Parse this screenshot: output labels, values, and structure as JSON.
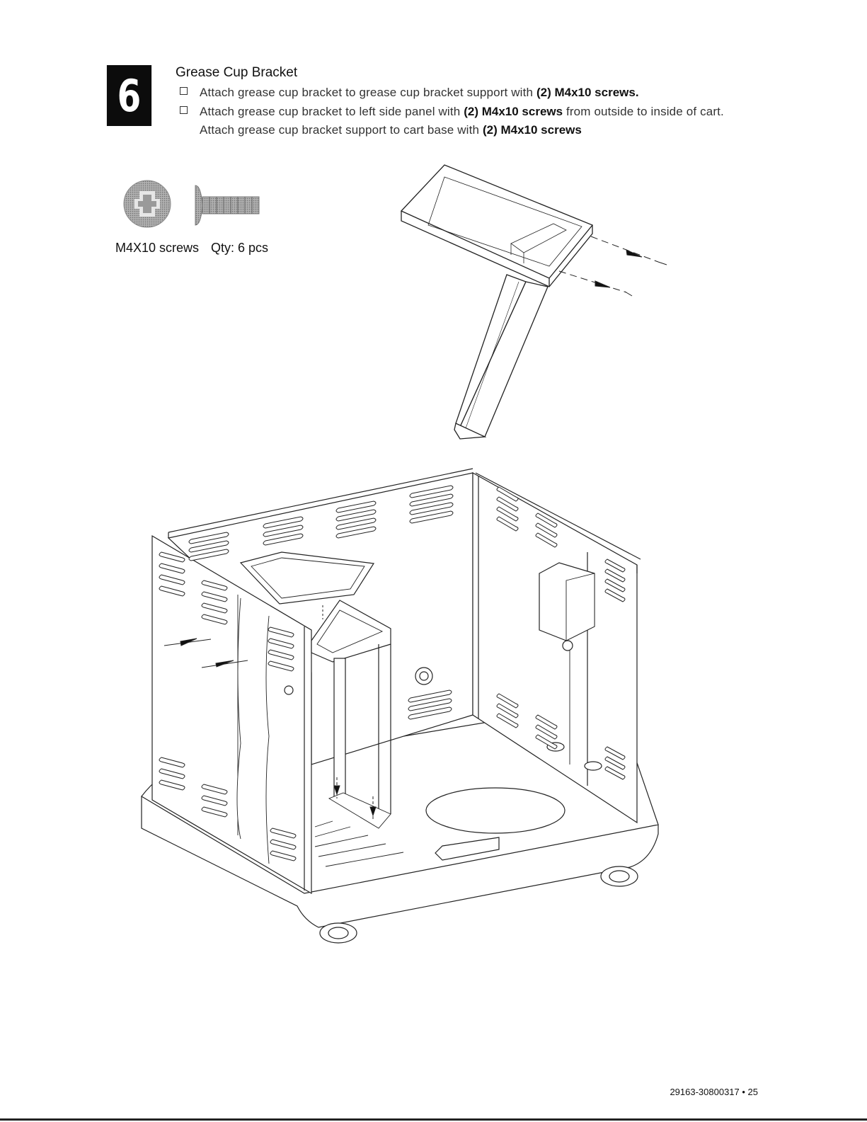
{
  "step": {
    "number": "6",
    "title": "Grease Cup Bracket"
  },
  "instructions": [
    {
      "pre": "Attach grease cup bracket to grease cup bracket support with ",
      "bold": "(2) M4x10 screws.",
      "post": ""
    },
    {
      "pre": "Attach grease cup bracket to left side panel with ",
      "bold": "(2) M4x10 screws",
      "post": " from outside to inside of cart."
    },
    {
      "pre": "Attach grease cup bracket support to cart base with ",
      "bold": "(2) M4x10 screws",
      "post": ""
    }
  ],
  "hardware": {
    "name": "M4X10 screws",
    "qty": "Qty: 6 pcs"
  },
  "footer": {
    "page": "29163-30800317 • 25"
  }
}
